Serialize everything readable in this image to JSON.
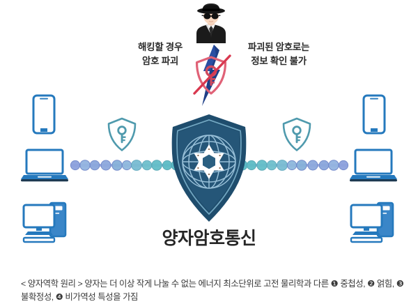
{
  "diagram": {
    "title": "양자암호통신",
    "labels": {
      "left": "해킹할 경우\n암호 파괴",
      "right": "파괴된 암호로는\n정보 확인 불가"
    },
    "caption": "< 양자역학 원리 > 양자는 더 이상 작게 나눌 수 없는 에너지 최소단위로 고전 물리학과 다른 ❶ 중첩성, ❷ 얽힘, ❸ 불확정성, ❹ 비가역성 특성을 가짐",
    "caption_items": [
      {
        "number": "❶",
        "text": "중첩성"
      },
      {
        "number": "❷",
        "text": "얽힘"
      },
      {
        "number": "❸",
        "text": "불확정성"
      },
      {
        "number": "❹",
        "text": "비가역성"
      }
    ],
    "icons": {
      "spy": "spy-hacker-icon",
      "broken_shield": "broken-shield-key-icon",
      "center_shield": "quantum-shield-globe-icon",
      "key_shield_left": "key-shield-icon",
      "key_shield_right": "key-shield-icon",
      "devices_left": [
        "smartphone-icon",
        "laptop-icon",
        "desktop-pc-icon"
      ],
      "devices_right": [
        "smartphone-icon",
        "laptop-icon",
        "desktop-pc-icon"
      ],
      "photon_chain_left": "photon-chain-icon",
      "photon_chain_right": "photon-chain-icon"
    },
    "colors": {
      "device_blue": "#2579bd",
      "device_fill": "#3a86c8",
      "shield_navy": "#1f4d6d",
      "shield_inner": "#2c6287",
      "globe_line": "#9fc6de",
      "key_shield_teal": "#4f9aad",
      "broken_shield_red": "#e06277",
      "bolt_blue": "#1c3f8f",
      "photon_teal": "#5bbcc4",
      "photon_blue": "#7f96d6",
      "text_dark": "#2b2b2b",
      "caption_gray": "#3a3a3a"
    }
  }
}
